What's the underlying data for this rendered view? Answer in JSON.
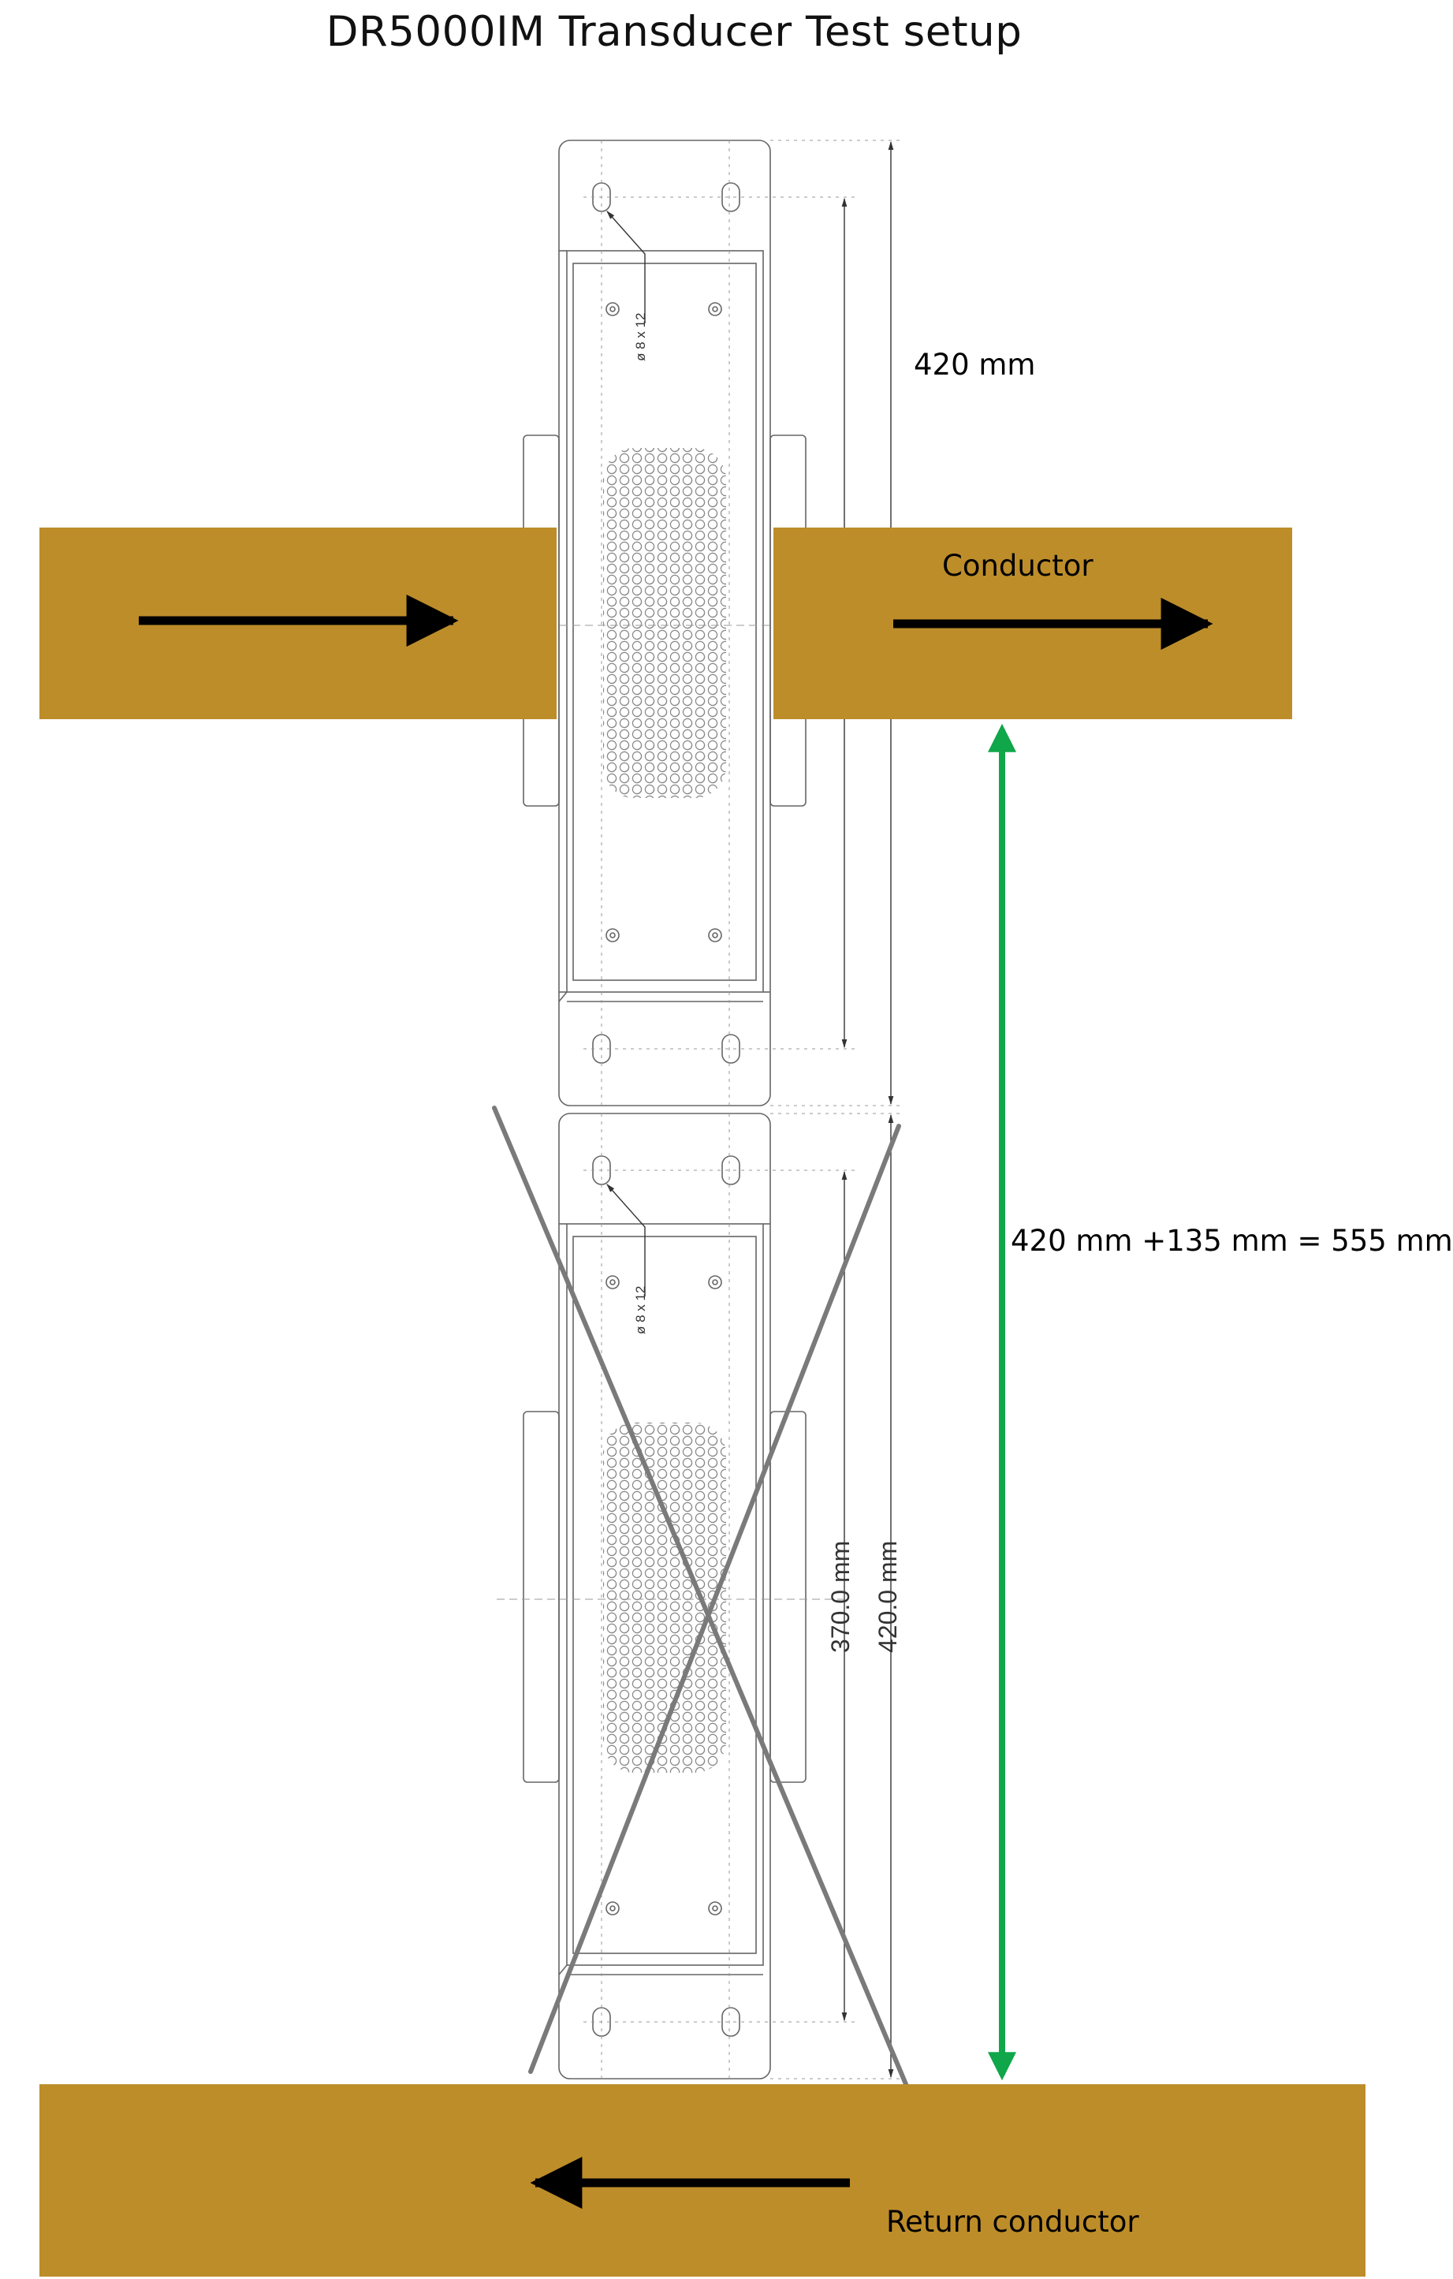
{
  "title": "DR5000IM Transducer Test setup",
  "labels": {
    "top_dimension": "420 mm",
    "conductor": "Conductor",
    "spacing": "420 mm +135 mm = 555 mm",
    "return_conductor": "Return conductor",
    "dim_inner": "370.0 mm",
    "dim_outer": "420.0 mm",
    "hole_spec": "ø 8 x 12"
  },
  "colors": {
    "conductor": "#bd8d2a",
    "arrow": "#000000",
    "spacing_arrow": "#10a64a",
    "cross": "#7a7a7a",
    "drawing_line": "#555555"
  },
  "transducers": [
    {
      "name": "transducer-top",
      "crossed_out": false
    },
    {
      "name": "transducer-bottom",
      "crossed_out": true
    }
  ]
}
